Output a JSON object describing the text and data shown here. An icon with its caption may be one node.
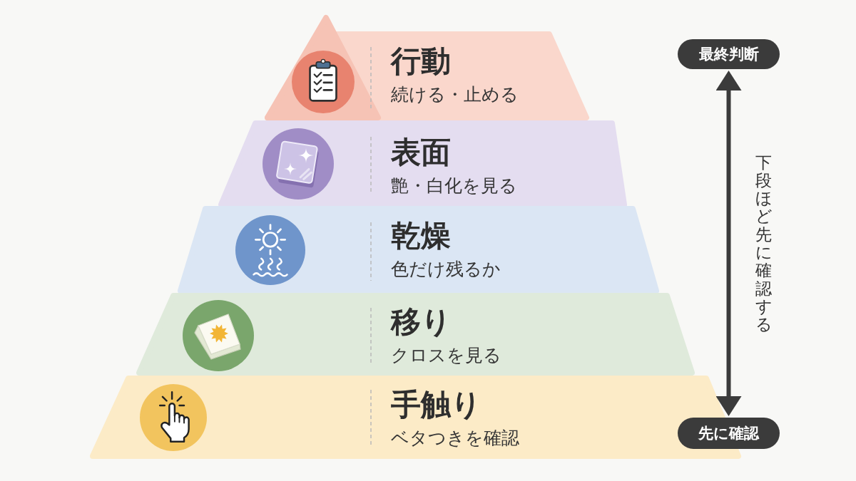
{
  "diagram": {
    "nodes": [
      {
        "text": [
          "行動",
          "続ける・止める"
        ]
      },
      {
        "text": [
          "表面",
          "艶・白化を見る"
        ]
      },
      {
        "text": [
          "乾燥",
          "色だけ残るか"
        ]
      },
      {
        "text": [
          "移り",
          "クロスを見る"
        ]
      },
      {
        "text": [
          "手触り",
          "ベタつきを確認"
        ]
      },
      {
        "text": [
          "最終判断"
        ]
      },
      {
        "text": [
          "先に確認"
        ]
      }
    ],
    "edges": [
      {
        "from": 5,
        "to": 6,
        "arrow": "both",
        "label": "下段ほど先に確認する"
      }
    ]
  }
}
